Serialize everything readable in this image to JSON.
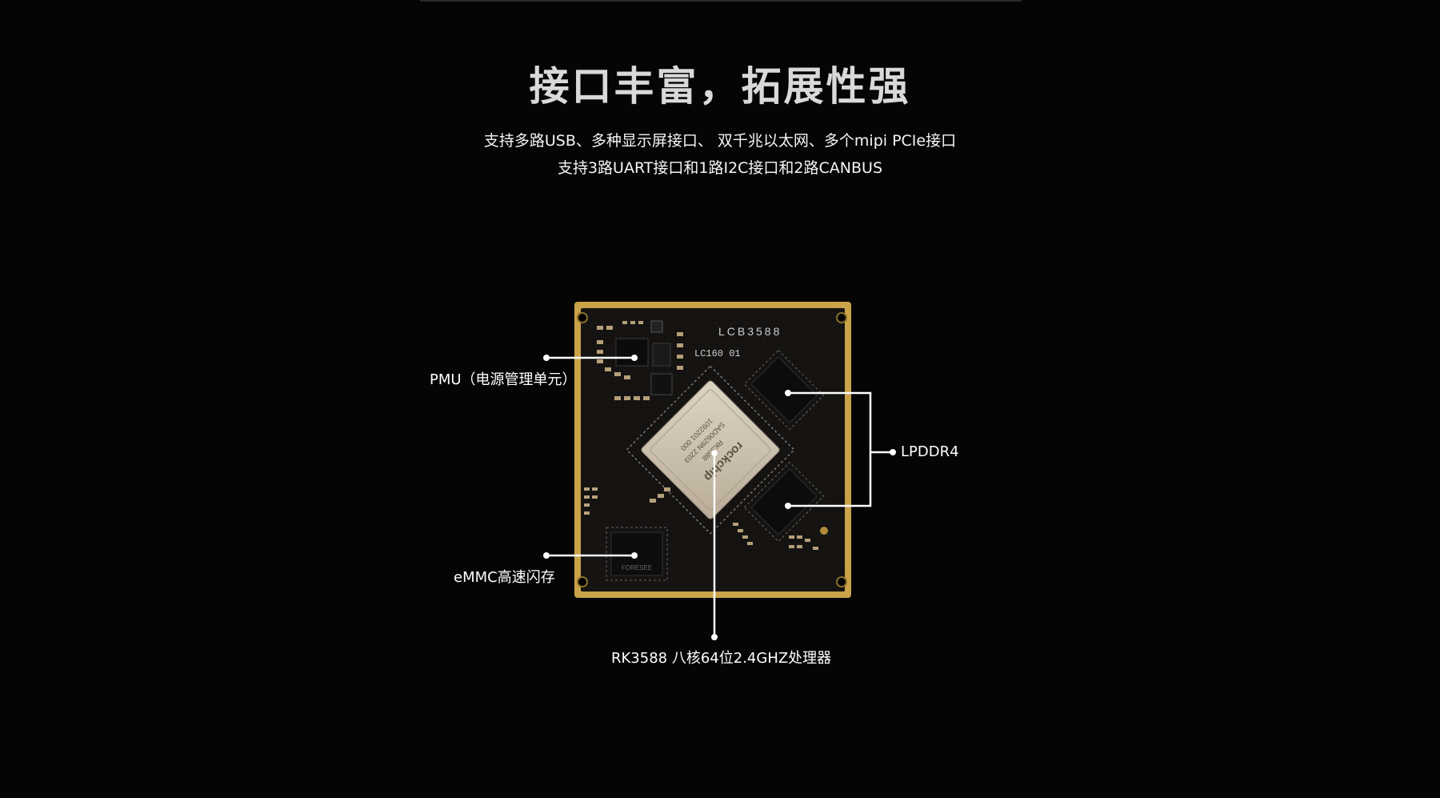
{
  "title": "接口丰富，拓展性强",
  "subtitle": {
    "line1": "支持多路USB、多种显示屏接口、 双千兆以太网、多个mipi PCIe接口",
    "line2": "支持3路UART接口和1路I2C接口和2路CANBUS"
  },
  "board": {
    "silkscreen_model": "LCB3588",
    "silkscreen_rev": "LC160 01",
    "soc_marking": [
      "rockchip",
      "RK3588",
      "SAD0629N 2203",
      "1092201 000"
    ],
    "emmc_marking": "FORESEE"
  },
  "callouts": {
    "pmu": "PMU（电源管理单元）",
    "emmc": "eMMC高速闪存",
    "cpu": "RK3588 八核64位2.4GHZ处理器",
    "ram": "LPDDR4"
  },
  "colors": {
    "background": "#050505",
    "pcb_edge": "#c9a24a",
    "pcb_body": "#141210",
    "soc_lid": "#cfc4b2",
    "callout_line": "#ffffff"
  }
}
